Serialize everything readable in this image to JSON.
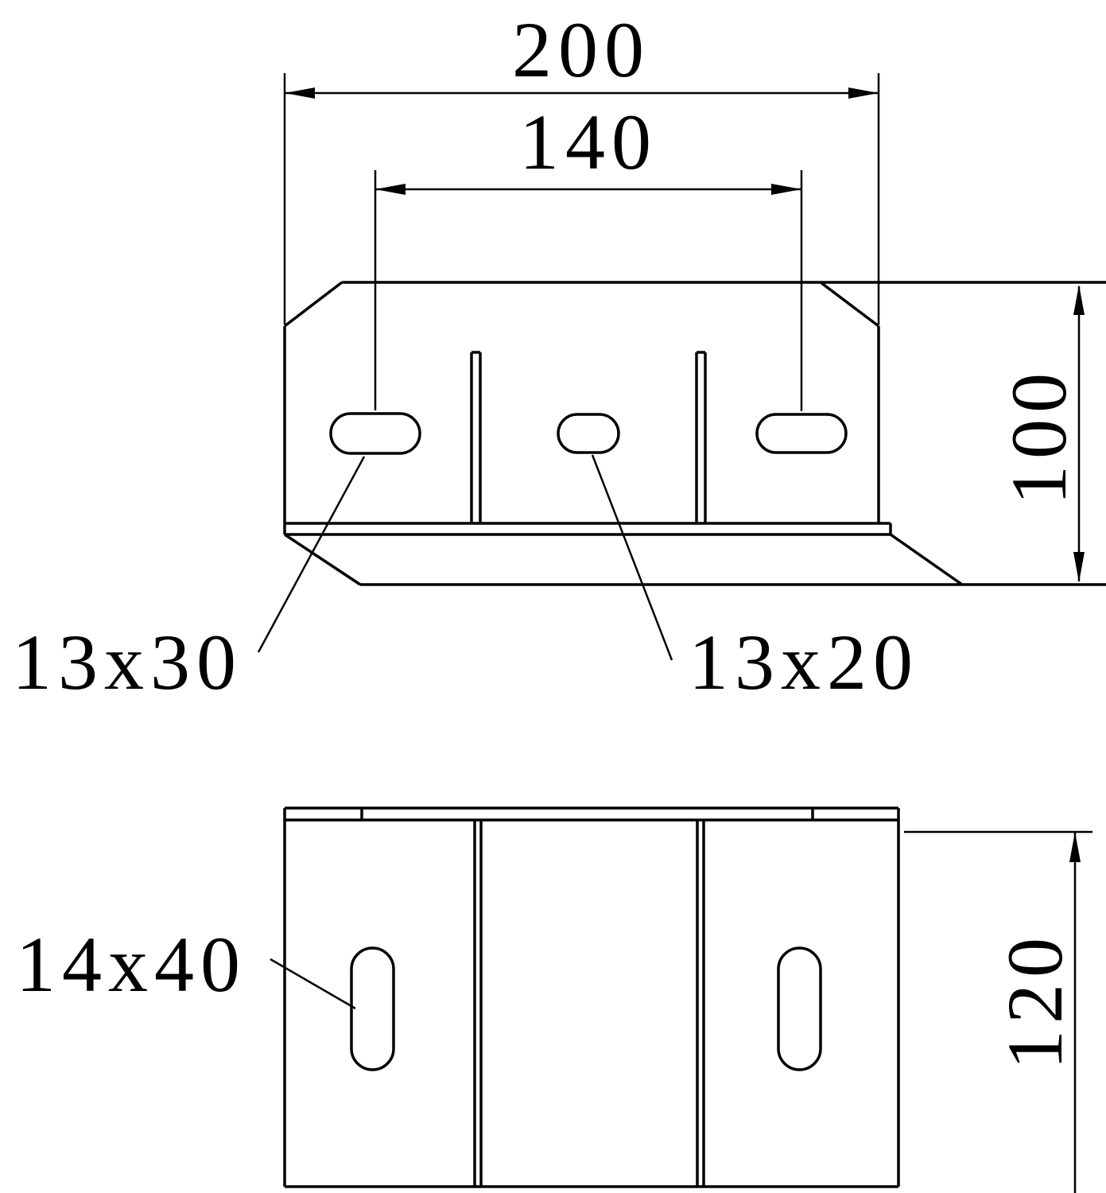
{
  "drawing": {
    "kind": "technical-dimension-drawing",
    "views": {
      "top": {
        "dim_overall_width": "200",
        "dim_slot_spacing": "140",
        "dim_depth": "100",
        "outer_slot_label": "13x30",
        "center_slot_label": "13x20"
      },
      "front": {
        "slot_label": "14x40",
        "dim_height": "120"
      }
    },
    "colors": {
      "line": "#000000",
      "background": "#ffffff"
    }
  }
}
